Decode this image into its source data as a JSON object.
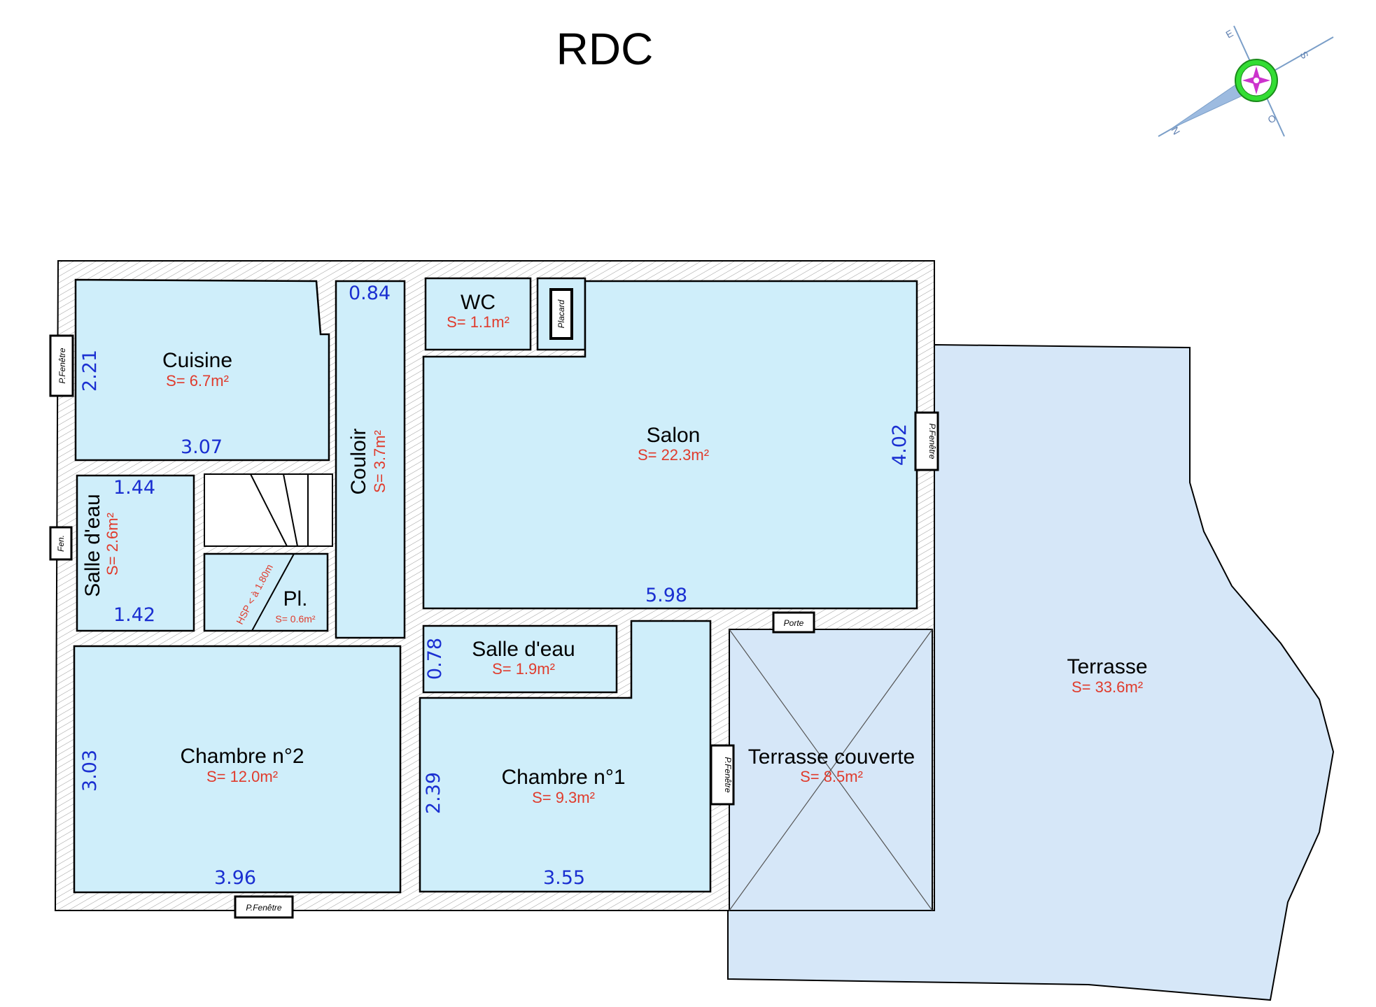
{
  "title": "RDC",
  "compass": {
    "letters": [
      "E",
      "S",
      "N",
      "O"
    ]
  },
  "rooms": {
    "cuisine": {
      "name": "Cuisine",
      "area": "S= 6.7m²",
      "dim_h": "3.07",
      "dim_v": "2.21"
    },
    "couloir": {
      "name": "Couloir",
      "area": "S= 3.7m²",
      "dim_h": "0.84"
    },
    "wc": {
      "name": "WC",
      "area": "S= 1.1m²"
    },
    "placard": {
      "name": "Placard"
    },
    "salon": {
      "name": "Salon",
      "area": "S= 22.3m²",
      "dim_h": "5.98",
      "dim_v": "4.02"
    },
    "salle_eau_1": {
      "name": "Salle d'eau",
      "area": "S= 2.6m²",
      "dim_top": "1.44",
      "dim_bottom": "1.42"
    },
    "placard_pl": {
      "name": "Pl.",
      "area": "S= 0.6m²",
      "note": "HSP < à 1.80m"
    },
    "salle_eau_2": {
      "name": "Salle d'eau",
      "area": "S= 1.9m²",
      "dim_v": "0.78"
    },
    "chambre_2": {
      "name": "Chambre n°2",
      "area": "S= 12.0m²",
      "dim_h": "3.96",
      "dim_v": "3.03"
    },
    "chambre_1": {
      "name": "Chambre n°1",
      "area": "S= 9.3m²",
      "dim_h": "3.55",
      "dim_v": "2.39"
    },
    "terrasse_couverte": {
      "name": "Terrasse couverte",
      "area": "S= 8.5m²"
    },
    "terrasse": {
      "name": "Terrasse",
      "area": "S= 33.6m²"
    }
  },
  "openings": {
    "pfenetre": "P.Fenêtre",
    "fen": "Fen.",
    "porte": "Porte"
  },
  "colors": {
    "room_fill": "#cfeefa",
    "terrace_fill": "#d6e7f8",
    "dimension_text": "#1a2fd1",
    "area_text": "#e03b2c",
    "compass_ring": "#33dd33",
    "compass_center": "#cc33cc"
  }
}
